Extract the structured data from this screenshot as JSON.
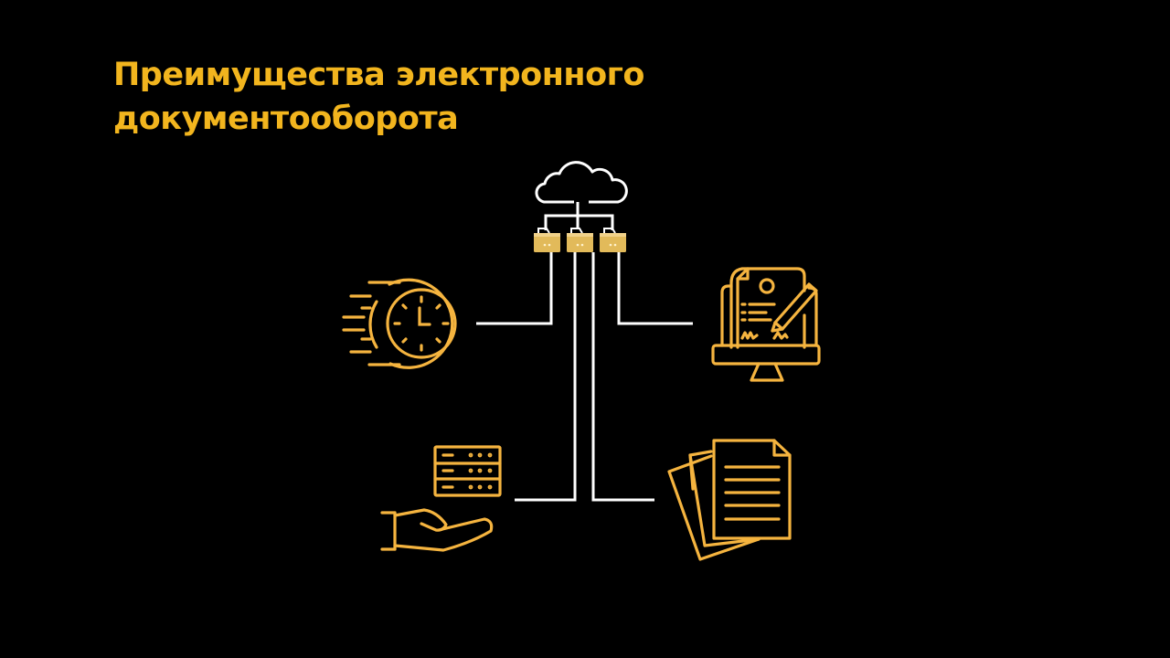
{
  "slide": {
    "title_lines": [
      "Преимущества электронного",
      "документооборота"
    ],
    "colors": {
      "background": "#000000",
      "accent": "#F2B51E",
      "icon": "#F5B43F",
      "connector": "#FFFFFF",
      "folder": "#E2BA5A"
    }
  },
  "diagram": {
    "hub": {
      "icon": "cloud-icon",
      "folders": [
        "folder-icon",
        "folder-icon",
        "folder-icon"
      ]
    },
    "nodes": [
      {
        "position": "top-left",
        "icon": "fast-clock-icon"
      },
      {
        "position": "top-right",
        "icon": "digital-signature-monitor-icon"
      },
      {
        "position": "bottom-left",
        "icon": "server-in-hand-icon"
      },
      {
        "position": "bottom-right",
        "icon": "document-stack-icon"
      }
    ]
  }
}
